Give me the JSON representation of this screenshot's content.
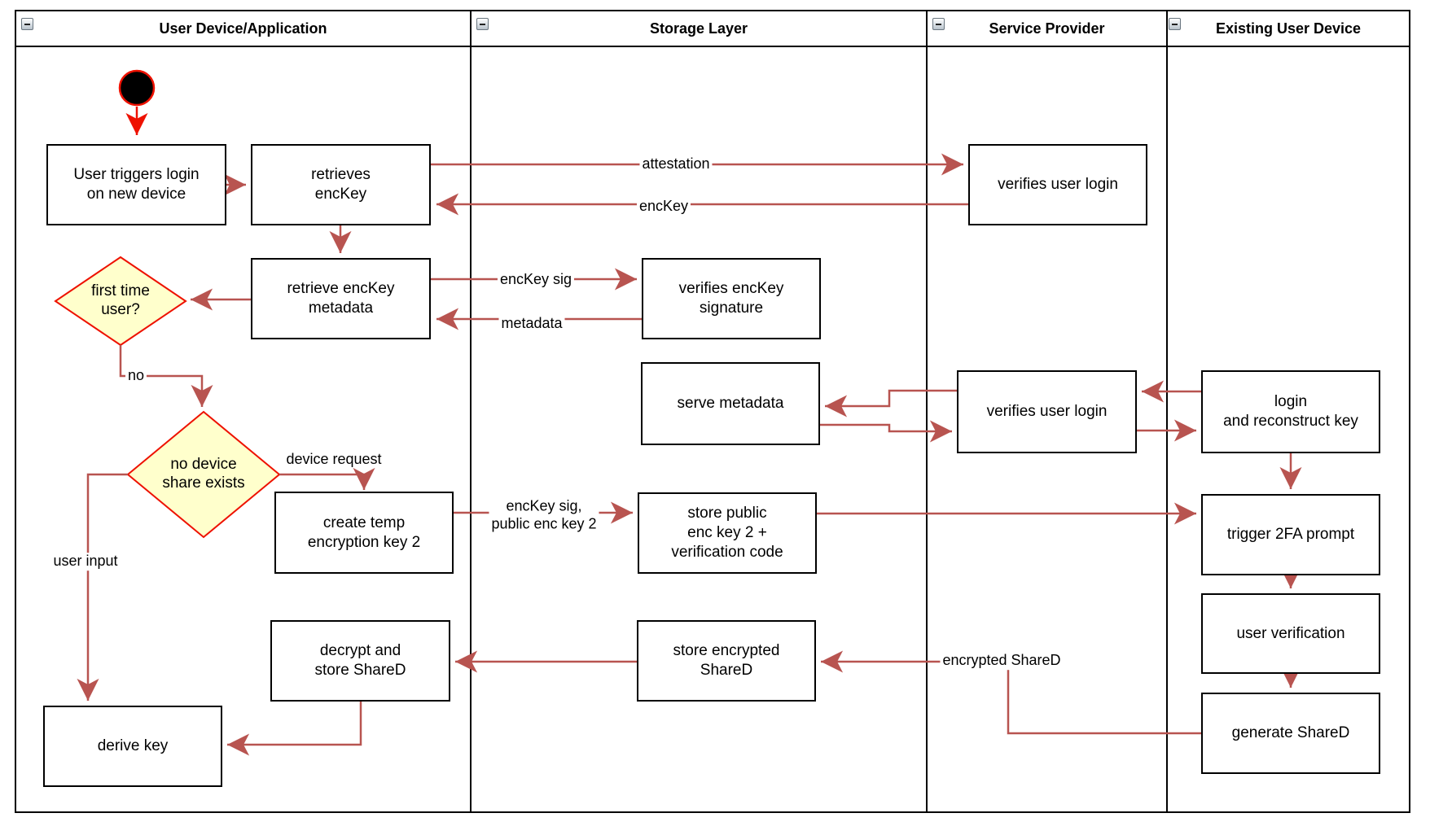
{
  "diagram": {
    "lanes": [
      {
        "title": "User Device/Application"
      },
      {
        "title": "Storage Layer"
      },
      {
        "title": "Service Provider"
      },
      {
        "title": "Existing User Device"
      }
    ],
    "nodes": {
      "user_triggers": "User triggers login\non new device",
      "retrieves_enckey": "retrieves\nencKey",
      "verifies_user_login_top": "verifies user login",
      "retrieve_enckey_metadata": "retrieve encKey\nmetadata",
      "verifies_enckey_signature": "verifies encKey\nsignature",
      "serve_metadata": "serve metadata",
      "verifies_user_login_mid": "verifies user login",
      "login_reconstruct": "login\nand reconstruct key",
      "create_temp_key": "create temp\nencryption key 2",
      "store_public_key": "store public\nenc key 2 +\nverification code",
      "trigger_2fa": "trigger 2FA prompt",
      "user_verification": "user verification",
      "generate_shared": "generate ShareD",
      "decrypt_store_shared": "decrypt and\nstore ShareD",
      "store_encrypted_shared": "store encrypted\nShareD",
      "derive_key": "derive key"
    },
    "decisions": {
      "first_time_user": "first time\nuser?",
      "no_device_share": "no device\nshare exists"
    },
    "edge_labels": {
      "attestation": "attestation",
      "enckey": "encKey",
      "enckey_sig": "encKey sig",
      "metadata": "metadata",
      "no": "no",
      "device_request": "device request",
      "enckey_sig_public": "encKey sig,\npublic enc key 2",
      "user_input": "user input",
      "encrypted_shared": "encrypted ShareD"
    },
    "colors": {
      "connector": "#b85450",
      "accent_red": "#ee1100",
      "diamond_fill": "#ffffcc",
      "border": "#000000"
    }
  }
}
